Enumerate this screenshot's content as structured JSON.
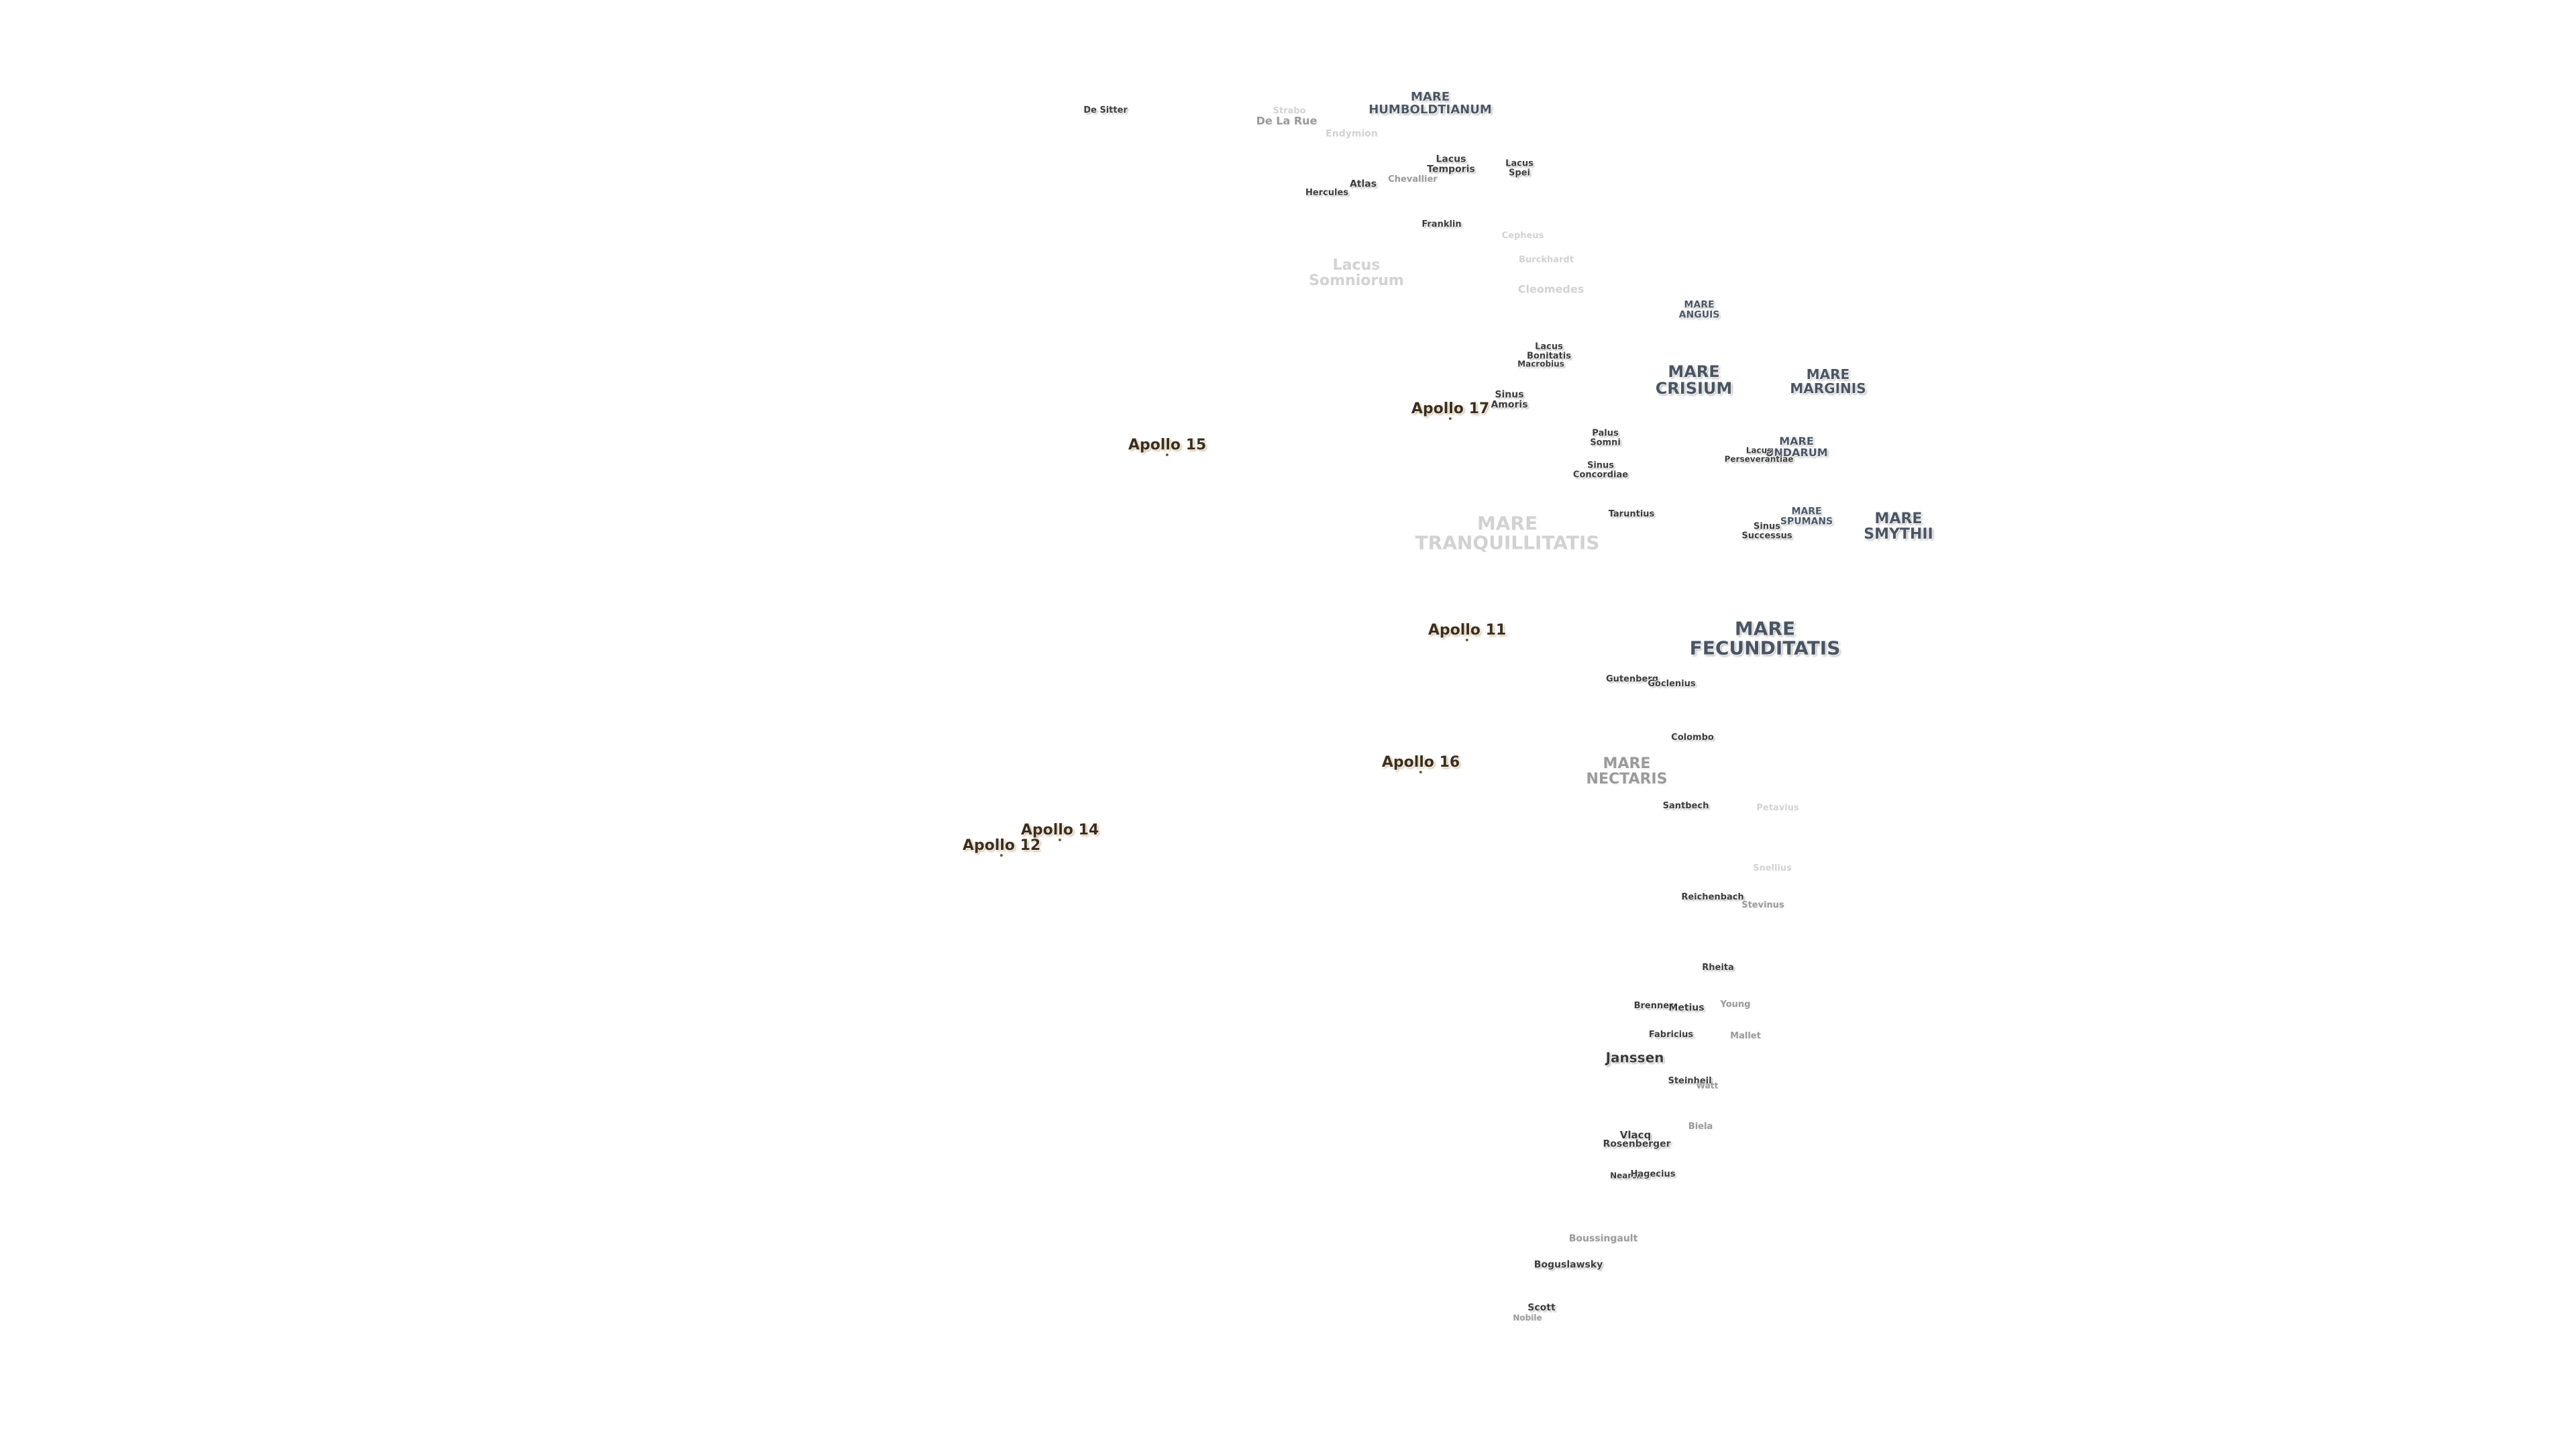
{
  "maria": {
    "humboldtianum": [
      "MARE",
      "HUMBOLDTIANUM"
    ],
    "anguis": [
      "MARE",
      "ANGUIS"
    ],
    "crisium": [
      "MARE",
      "CRISIUM"
    ],
    "marginis": [
      "MARE",
      "MARGINIS"
    ],
    "undarum": [
      "MARE",
      "UNDARUM"
    ],
    "spumans": [
      "MARE",
      "SPUMANS"
    ],
    "smythii": [
      "MARE",
      "SMYTHII"
    ],
    "tranquillitatis": [
      "MARE",
      "TRANQUILLITATIS"
    ],
    "fecunditatis": [
      "MARE",
      "FECUNDITATIS"
    ],
    "nectaris": [
      "MARE",
      "NECTARIS"
    ]
  },
  "lakes_bays_marshes": {
    "lacus_temporis": [
      "Lacus",
      "Temporis"
    ],
    "lacus_spei": [
      "Lacus",
      "Spei"
    ],
    "lacus_somniorum": [
      "Lacus",
      "Somniorum"
    ],
    "lacus_bonitatis": [
      "Lacus",
      "Bonitatis"
    ],
    "sinus_amoris": [
      "Sinus",
      "Amoris"
    ],
    "palus_somni": [
      "Palus",
      "Somni"
    ],
    "sinus_concordiae": [
      "Sinus",
      "Concordiae"
    ],
    "lacus_perseverantiae": [
      "Lacus",
      "Perseverantiae"
    ],
    "sinus_successus": [
      "Sinus",
      "Successus"
    ]
  },
  "craters": {
    "de_sitter": "De Sitter",
    "strabo": "Strabo",
    "de_la_rue": "De La Rue",
    "endymion": "Endymion",
    "atlas": "Atlas",
    "chevallier": "Chevallier",
    "hercules": "Hercules",
    "franklin": "Franklin",
    "cepheus": "Cepheus",
    "burckhardt": "Burckhardt",
    "cleomedes": "Cleomedes",
    "macrobius": "Macrobius",
    "taruntius": "Taruntius",
    "gutenberg": "Gutenberg",
    "goclenius": "Goclenius",
    "colombo": "Colombo",
    "santbech": "Santbech",
    "petavius": "Petavius",
    "snellius": "Snellius",
    "reichenbach": "Reichenbach",
    "stevinus": "Stevinus",
    "rheita": "Rheita",
    "brenner": "Brenner",
    "metius": "Metius",
    "young": "Young",
    "fabricius": "Fabricius",
    "mallet": "Mallet",
    "janssen": "Janssen",
    "steinheil": "Steinheil",
    "watt": "Watt",
    "biela": "Biela",
    "vlacq": "Vlacq",
    "rosenberger": "Rosenberger",
    "nearch": "Nearch",
    "hagecius": "Hagecius",
    "boussingault": "Boussingault",
    "boguslawsky": "Boguslawsky",
    "scott": "Scott",
    "nobile": "Nobile"
  },
  "apollo_sites": {
    "a11": "Apollo 11",
    "a12": "Apollo 12",
    "a14": "Apollo 14",
    "a15": "Apollo 15",
    "a16": "Apollo 16",
    "a17": "Apollo 17"
  }
}
